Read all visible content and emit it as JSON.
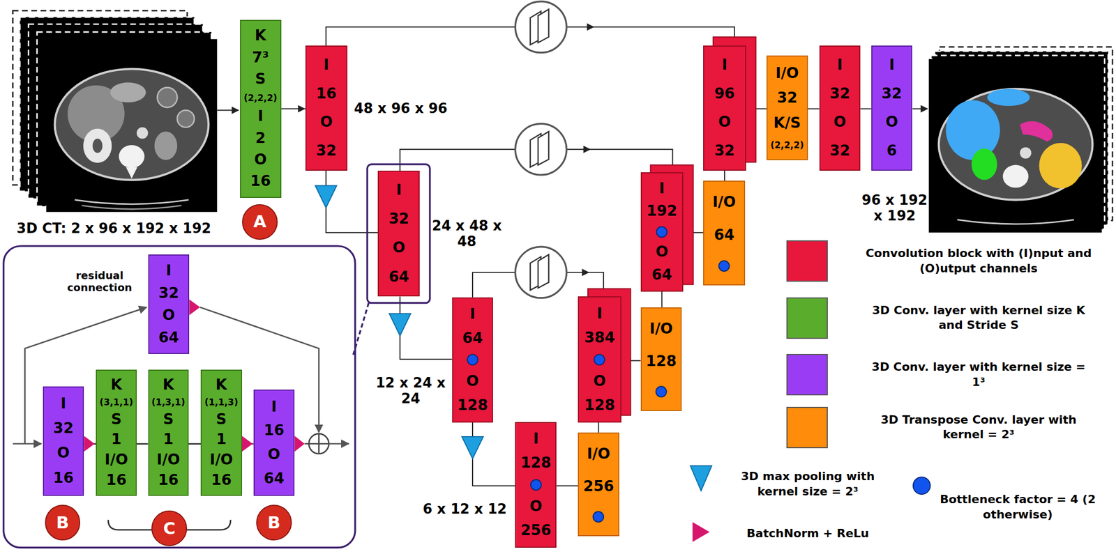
{
  "diagram": {
    "nodes": [
      {
        "text": [
          "K",
          "7³",
          "S",
          "(2,2,2)",
          "I",
          "2",
          "O",
          "16"
        ]
      },
      {
        "text": [
          "A"
        ]
      },
      {
        "text": [
          "I",
          "16",
          "O",
          "32"
        ]
      },
      {
        "text": [
          "I",
          "32",
          "O",
          "64"
        ]
      },
      {
        "text": [
          "I",
          "64",
          "O",
          "128"
        ]
      },
      {
        "text": [
          "I",
          "128",
          "O",
          "256"
        ]
      },
      {
        "text": [
          "I/O",
          "256"
        ]
      },
      {
        "text": [
          "I",
          "384",
          "O",
          "128"
        ]
      },
      {
        "text": [
          "I/O",
          "128"
        ]
      },
      {
        "text": [
          "I",
          "192",
          "O",
          "64"
        ]
      },
      {
        "text": [
          "I/O",
          "64"
        ]
      },
      {
        "text": [
          "I",
          "96",
          "O",
          "32"
        ]
      },
      {
        "text": [
          "I/O",
          "32",
          "K/S",
          "(2,2,2)"
        ]
      },
      {
        "text": [
          "I",
          "32",
          "O",
          "32"
        ]
      },
      {
        "text": [
          "I",
          "32",
          "O",
          "6"
        ]
      },
      {
        "text": [
          "I",
          "32",
          "O",
          "64"
        ]
      },
      {
        "text": [
          "I",
          "32",
          "O",
          "16"
        ]
      },
      {
        "text": [
          "K",
          "(3,1,1)",
          "S",
          "1",
          "I/O",
          "16"
        ]
      },
      {
        "text": [
          "K",
          "(1,3,1)",
          "S",
          "1",
          "I/O",
          "16"
        ]
      },
      {
        "text": [
          "K",
          "(1,1,3)",
          "S",
          "1",
          "I/O",
          "16"
        ]
      },
      {
        "text": [
          "I",
          "16",
          "O",
          "64"
        ]
      },
      {
        "text": [
          "B"
        ]
      },
      {
        "text": [
          "C"
        ]
      },
      {
        "text": [
          "B"
        ]
      }
    ],
    "edges": [
      {
        "from": 0,
        "to": 2,
        "arrow": "to"
      },
      {
        "from": 2,
        "to": 11,
        "arrow": "to"
      },
      {
        "from": 2,
        "to": 3,
        "arrow": "none"
      },
      {
        "from": 3,
        "to": 9,
        "arrow": "to"
      },
      {
        "from": 3,
        "to": 4,
        "arrow": "none"
      },
      {
        "from": 4,
        "to": 7,
        "arrow": "to"
      },
      {
        "from": 4,
        "to": 5,
        "arrow": "none"
      },
      {
        "from": 5,
        "to": 6,
        "arrow": "none"
      },
      {
        "from": 6,
        "to": 7,
        "arrow": "none"
      },
      {
        "from": 7,
        "to": 8,
        "arrow": "none"
      },
      {
        "from": 8,
        "to": 9,
        "arrow": "none"
      },
      {
        "from": 9,
        "to": 10,
        "arrow": "none"
      },
      {
        "from": 10,
        "to": 11,
        "arrow": "none"
      },
      {
        "from": 11,
        "to": 12,
        "arrow": "none"
      },
      {
        "from": 12,
        "to": 13,
        "arrow": "none"
      },
      {
        "from": 13,
        "to": 14,
        "arrow": "none"
      },
      {
        "from": 16,
        "to": 17,
        "arrow": "none"
      },
      {
        "from": 17,
        "to": 18,
        "arrow": "none"
      },
      {
        "from": 18,
        "to": 19,
        "arrow": "none"
      },
      {
        "from": 19,
        "to": 20,
        "arrow": "none"
      }
    ],
    "labels": [
      "3D CT: 2 x 96 x 192 x 192",
      "48 x 96 x 96",
      "24 x 48 x 48",
      "12 x 24 x 24",
      "6 x 12 x 12",
      "96 x 192 x 192",
      "residual connection"
    ],
    "legend": [
      {
        "text": "Convolution block with (I)nput and (O)utput channels",
        "color": "#e8173c"
      },
      {
        "text": "3D Conv. layer with kernel size K and Stride S",
        "color": "#5aac2c"
      },
      {
        "text": "3D Conv. layer with kernel size = 1³",
        "color": "#9b3cf5"
      },
      {
        "text": "3D Transpose Conv. layer with kernel = 2³",
        "color": "#ff8c0a"
      },
      {
        "text": "3D max pooling with kernel size = 2³"
      },
      {
        "text": "BatchNorm + ReLu"
      },
      {
        "text": "Bottleneck factor = 4 (2 otherwise)"
      }
    ]
  }
}
